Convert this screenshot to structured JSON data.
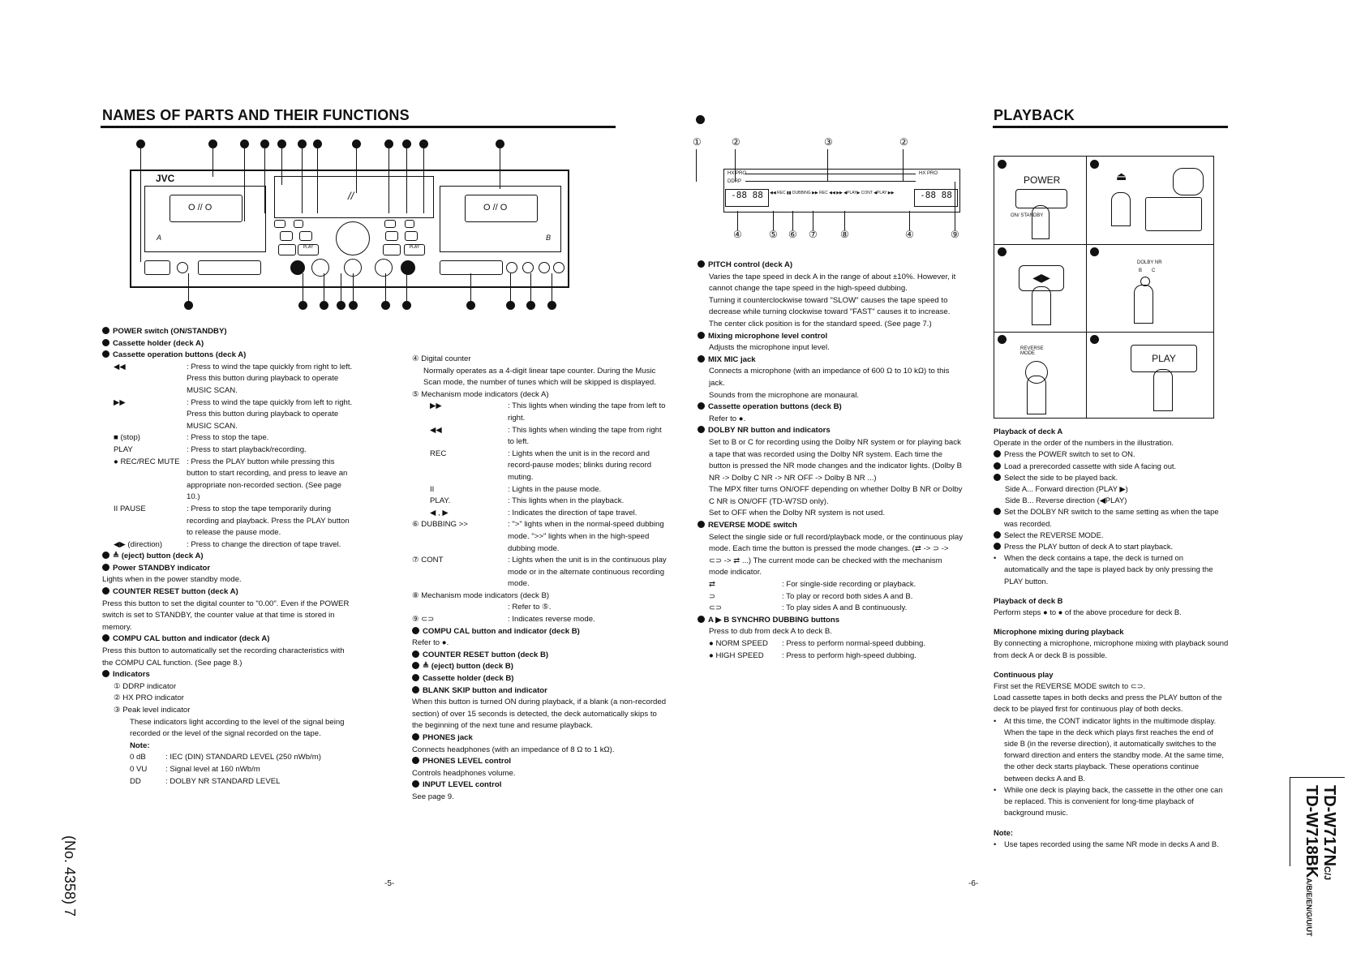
{
  "left_title": "NAMES OF PARTS AND THEIR FUNCTIONS",
  "right_title": "PLAYBACK",
  "diagram": {
    "brand": "JVC",
    "deck_a": "A",
    "deck_b": "B",
    "cassette_window": "O // O",
    "display_slash": "//",
    "btn_play": "PLAY"
  },
  "display_diagram": {
    "circled_top": [
      "①",
      "②",
      "③",
      "②"
    ],
    "circled_bottom": [
      "④",
      "⑤",
      "⑥",
      "⑦",
      "⑧",
      "④",
      "⑨"
    ],
    "hx_pro": "HX PRO",
    "ddrp": "DDRP",
    "hx_pro_right": "HX PRO",
    "seg_left": "-88 88",
    "seg_right": "-88 88",
    "mid_labels": "◀◀ REC ▮▮ DUBBING ▶▶ REC ◀◀ ▶▶ ◀PLAY▶ CONT ◀PLAY ▶▶"
  },
  "col1": {
    "power": "POWER switch (ON/STANDBY)",
    "holder_a": "Cassette holder (deck A)",
    "op_a": "Cassette operation buttons (deck A)",
    "rew_k": "◀◀",
    "rew_v": ": Press to wind the tape quickly from right to left. Press this button during playback to operate MUSIC SCAN.",
    "ff_k": "▶▶",
    "ff_v": ": Press to wind the tape quickly from left to right. Press this button during playback to operate MUSIC SCAN.",
    "stop_k": "■ (stop)",
    "stop_v": ": Press to stop the tape.",
    "play_k": "PLAY",
    "play_v": ": Press to start playback/recording.",
    "rec_k": "● REC/REC MUTE",
    "rec_v": ": Press the PLAY button while pressing this button to start recording, and press to leave an appropriate non-recorded section. (See page 10.)",
    "pause_k": "II PAUSE",
    "pause_v": ": Press to stop the tape temporarily during recording and playback. Press the PLAY button to release the pause mode.",
    "dir_k": "◀▶ (direction)",
    "dir_v": ": Press to change the direction of tape travel.",
    "eject_a": "≜ (eject) button (deck A)",
    "standby": "Power STANDBY indicator",
    "standby_t": "Lights when in the power standby mode.",
    "counter_a": "COUNTER RESET button (deck A)",
    "counter_a_t": "Press this button to set the digital counter to \"0.00\". Even if the POWER switch is set to STANDBY, the counter value at that time is stored in memory.",
    "compu_a": "COMPU CAL button and indicator (deck A)",
    "compu_a_t": "Press this button to automatically set the recording characteristics with the COMPU CAL function. (See page 8.)",
    "indicators": "Indicators",
    "ind1": "① DDRP indicator",
    "ind2": "② HX PRO indicator",
    "ind3": "③ Peak level indicator",
    "ind3_t": "These indicators light according to the level of the signal being recorded or the level of the signal recorded on the tape.",
    "note": "Note:",
    "n1_k": "0 dB",
    "n1_v": ": IEC (DIN) STANDARD LEVEL (250 nWb/m)",
    "n2_k": "0 VU",
    "n2_v": ": Signal level at 160 nWb/m",
    "n3_k": "DD",
    "n3_v": ": DOLBY NR STANDARD LEVEL"
  },
  "col2": {
    "digital": "④ Digital counter",
    "digital_t": "Normally operates as a 4-digit linear tape counter. During the Music Scan mode, the number of tunes which will be skipped is displayed.",
    "mech_a": "⑤ Mechanism mode indicators (deck A)",
    "m_ff_k": "▶▶",
    "m_ff_v": ": This lights when winding the tape from left to right.",
    "m_rew_k": "◀◀",
    "m_rew_v": ": This lights when winding the tape from right to left.",
    "m_rec_k": "REC",
    "m_rec_v": ": Lights when the unit is in the record and record-pause modes; blinks during record muting.",
    "m_pause_k": "II",
    "m_pause_v": ": Lights in the pause mode.",
    "m_play_k": "PLAY.",
    "m_play_v": ": This lights when in the playback.",
    "m_dir_k": "◀ , ▶",
    "m_dir_v": ": Indicates the direction of tape travel.",
    "dub_k": "⑥ DUBBING >>",
    "dub_v": ": \">\" lights when in the normal-speed dubbing mode. \">>\" lights when in the high-speed dubbing mode.",
    "cont_k": "⑦ CONT",
    "cont_v": ": Lights when the unit is in the continuous play mode or in the alternate continuous recording mode.",
    "mech_b": "⑧ Mechanism mode indicators (deck B)",
    "mech_b_v": ": Refer to ⑤.",
    "rev_k": "⑨ ⊂⊃",
    "rev_v": ": Indicates reverse mode.",
    "compu_b": "COMPU CAL button and indicator (deck B)",
    "compu_b_t": "Refer to ●.",
    "counter_b": "COUNTER RESET button (deck B)",
    "eject_b": "≜ (eject) button (deck B)",
    "holder_b": "Cassette holder (deck B)",
    "blank": "BLANK SKIP button and indicator",
    "blank_t": "When this button is turned ON during playback, if a blank (a non-recorded section) of over 15 seconds is detected, the deck automatically skips to the beginning of the next tune and resume playback.",
    "phones": "PHONES jack",
    "phones_t": "Connects headphones (with an impedance of 8 Ω to 1 kΩ).",
    "phones_lvl": "PHONES LEVEL control",
    "phones_lvl_t": "Controls headphones volume.",
    "input": "INPUT LEVEL control",
    "input_t": "See page 9."
  },
  "col3": {
    "pitch": "PITCH control (deck A)",
    "pitch_t": "Varies the tape speed in deck A in the range of about ±10%. However, it cannot change the tape speed in the high-speed dubbing.",
    "pitch_t2": "Turning it counterclockwise toward \"SLOW\" causes the tape speed to decrease while turning clockwise toward \"FAST\" causes it to increase. The center click position is for the standard speed. (See page 7.)",
    "mix_lvl": "Mixing microphone level control",
    "mix_lvl_t": "Adjusts the microphone input level.",
    "mix_jack": "MIX MIC jack",
    "mix_jack_t": "Connects a microphone (with an impedance of 600 Ω to 10 kΩ) to this jack.",
    "mix_jack_t2": "Sounds from the microphone are monaural.",
    "op_b": "Cassette operation buttons (deck B)",
    "op_b_t": "Refer to ●.",
    "dolby": "DOLBY NR button and indicators",
    "dolby_t": "Set to B or C for recording using the Dolby NR system or for playing back a tape that was recorded using the Dolby NR system. Each time the button is pressed the NR mode changes and the indicator lights. (Dolby B NR -> Dolby C NR -> NR OFF -> Dolby B NR ...)",
    "dolby_t2": "The MPX filter turns ON/OFF depending on whether Dolby B NR or Dolby C NR is ON/OFF (TD-W7SD only).",
    "dolby_t3": "Set to OFF when the Dolby NR system is not used.",
    "rev_mode": "REVERSE MODE switch",
    "rev_mode_t": "Select the single side or full record/playback mode, or the continuous play mode. Each time the button is pressed the mode changes. (⇄ -> ⊃ -> ⊂⊃ -> ⇄ ...) The current mode can be checked with the mechanism mode indicator.",
    "r1_k": "⇄",
    "r1_v": ": For single-side recording or playback.",
    "r2_k": "⊃",
    "r2_v": ": To play or record both sides A and B.",
    "r3_k": "⊂⊃",
    "r3_v": ": To play sides A and B continuously.",
    "synchro": "A ▶ B SYNCHRO DUBBING buttons",
    "synchro_t": "Press to dub from deck A to deck B.",
    "s1_k": "● NORM SPEED",
    "s1_v": ": Press to perform normal-speed dubbing.",
    "s2_k": "● HIGH SPEED",
    "s2_v": ": Press to perform high-speed dubbing."
  },
  "col4": {
    "illus_power": "POWER",
    "illus_onsby": "ON/ STANDBY",
    "illus_dolby": "DOLBY NR",
    "illus_dolby_b": "B",
    "illus_dolby_c": "C",
    "illus_reverse": "REVERSE MODE",
    "illus_play": "PLAY",
    "pb_a": "Playback of deck A",
    "pb_a_t": "Operate in the order of the numbers in the illustration.",
    "s1": "Press the POWER switch to set to ON.",
    "s2": "Load a prerecorded cassette with side A facing out.",
    "s3": "Select the side to be played back.",
    "s3a": "Side A... Forward direction (PLAY ▶)",
    "s3b": "Side B... Reverse direction (◀PLAY)",
    "s4": "Set the DOLBY NR switch to the same setting as when the tape was recorded.",
    "s5": "Select the REVERSE MODE.",
    "s6": "Press the PLAY button of deck A to start playback.",
    "s7": "When the deck contains a tape, the deck is turned on automatically and the tape is played back by only pressing the PLAY button.",
    "pb_b": "Playback of deck B",
    "pb_b_t": "Perform steps ● to ● of the above procedure for deck B.",
    "mic": "Microphone mixing during playback",
    "mic_t": "By connecting a microphone, microphone mixing with playback sound from deck A or deck B is possible.",
    "cont": "Continuous play",
    "cont_t": "First set the REVERSE MODE switch to ⊂⊃.",
    "cont_t2": "Load cassette tapes in both decks and press the PLAY button of the deck to be played first for continuous play of both decks.",
    "cont_b1": "At this time, the CONT indicator lights in the multimode display. When the tape in the deck which plays first reaches the end of side B (in the reverse direction), it automatically switches to the forward direction and enters the standby mode. At the same time, the other deck starts playback. These operations continue between decks A and B.",
    "cont_b2": "While one deck is playing back, the cassette in the other one can be replaced. This is convenient for long-time playback of background music.",
    "note": "Note:",
    "note_t": "Use tapes recorded using the same NR mode in decks A and B."
  },
  "page_left": "-5-",
  "page_right": "-6-",
  "side_model1": "TD-W717N",
  "side_model1_sub": "C/J",
  "side_model2": "TD-W718BK",
  "side_model2_sub": "A/B/E/EN/G/U/UT",
  "side_no": "(No. 4358) 7"
}
